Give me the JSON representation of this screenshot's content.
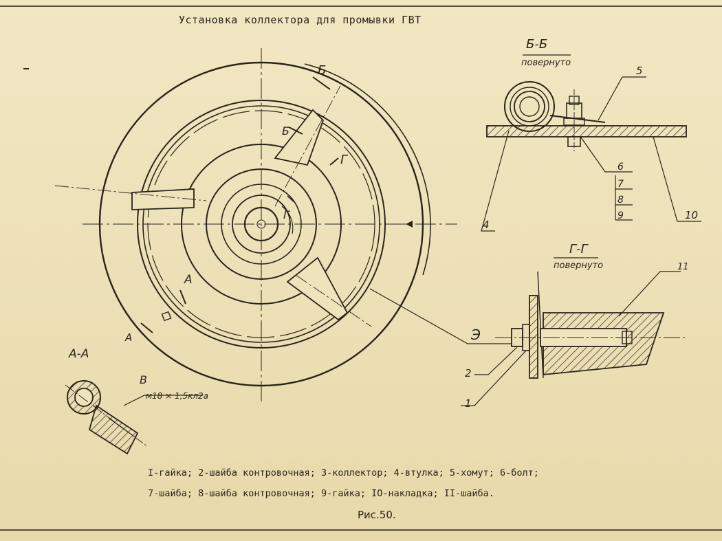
{
  "title": "Установка  коллектора для промывки  ГВТ",
  "section_bb": {
    "title": "Б-Б",
    "subtitle": "повернуто"
  },
  "section_gg": {
    "title": "Г-Г",
    "subtitle": "повернуто"
  },
  "section_aa": {
    "title": "А-А",
    "mark": "В",
    "thread": "м18 × 1,5кл2а"
  },
  "main_view_marks": {
    "b_outer": "Б",
    "b_inner": "Б",
    "g_outer": "Г",
    "g_inner": "Г",
    "a_upper": "А",
    "a_lower": "А",
    "callout_3": "Э"
  },
  "callouts_bb": [
    "5",
    "6",
    "7",
    "8",
    "9",
    "4",
    "10"
  ],
  "callouts_gg": [
    "11",
    "2",
    "1"
  ],
  "legend": {
    "line1": "I-гайка; 2-шайба контровочная; 3-коллектор; 4-втулка; 5-хомут; 6-болт;",
    "line2": "7-шайба; 8-шайба контровочная; 9-гайка; IO-накладка; II-шайба."
  },
  "caption": "Рис.50."
}
